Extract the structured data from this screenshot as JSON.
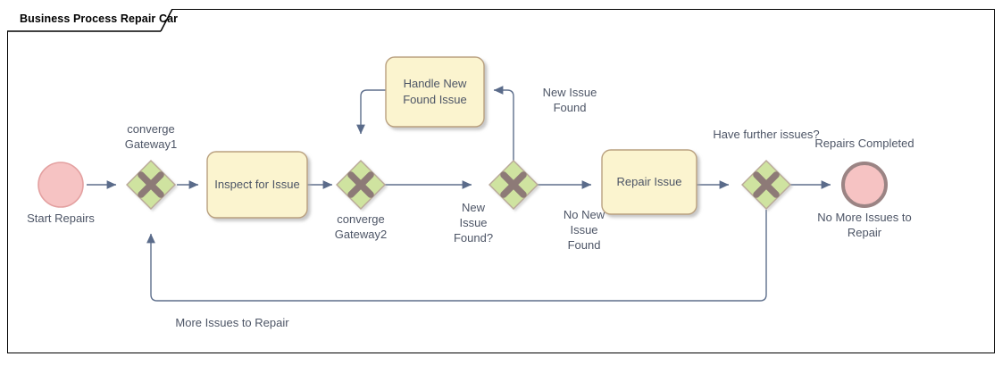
{
  "window": {
    "title": "Business Process Repair Car"
  },
  "diagram": {
    "type": "bpmn-process",
    "colors": {
      "event_fill": "#f6c3c3",
      "start_event_border": "#e3a0a0",
      "end_event_border": "#9b8484",
      "gateway_fill": "#cfe3a0",
      "gateway_border": "#b9a898",
      "gateway_x": "#8d7a77",
      "task_fill": "#fbf4cf",
      "task_border": "#b9a07f",
      "flow_line": "#5e6f8c",
      "arrow_fill": "#5a6b8a",
      "text": "#4d5566",
      "frame": "#000000"
    },
    "events": [
      {
        "id": "start",
        "name": "Start Repairs",
        "kind": "start-event"
      },
      {
        "id": "end",
        "name": "Repairs Completed",
        "kind": "end-event"
      }
    ],
    "gateways": [
      {
        "id": "gw1",
        "name": "converge\nGateway1",
        "kind": "exclusive-gateway"
      },
      {
        "id": "gw2",
        "name": "converge\nGateway2",
        "kind": "exclusive-gateway"
      },
      {
        "id": "gw3",
        "name": "New\nIssue\nFound?",
        "kind": "exclusive-gateway"
      },
      {
        "id": "gw4",
        "name": "Have further issues?",
        "kind": "exclusive-gateway"
      }
    ],
    "tasks": [
      {
        "id": "t1",
        "name": "Inspect for Issue"
      },
      {
        "id": "t2",
        "name": "Handle New\nFound Issue"
      },
      {
        "id": "t3",
        "name": "Repair Issue"
      }
    ],
    "flow_labels": [
      {
        "id": "f_new_issue_found",
        "text": "New Issue\nFound"
      },
      {
        "id": "f_no_new_issue",
        "text": "No New\nIssue\nFound"
      },
      {
        "id": "f_more_issues",
        "text": "More Issues to Repair"
      },
      {
        "id": "f_no_more_issues",
        "text": "No More Issues to\nRepair"
      }
    ]
  }
}
